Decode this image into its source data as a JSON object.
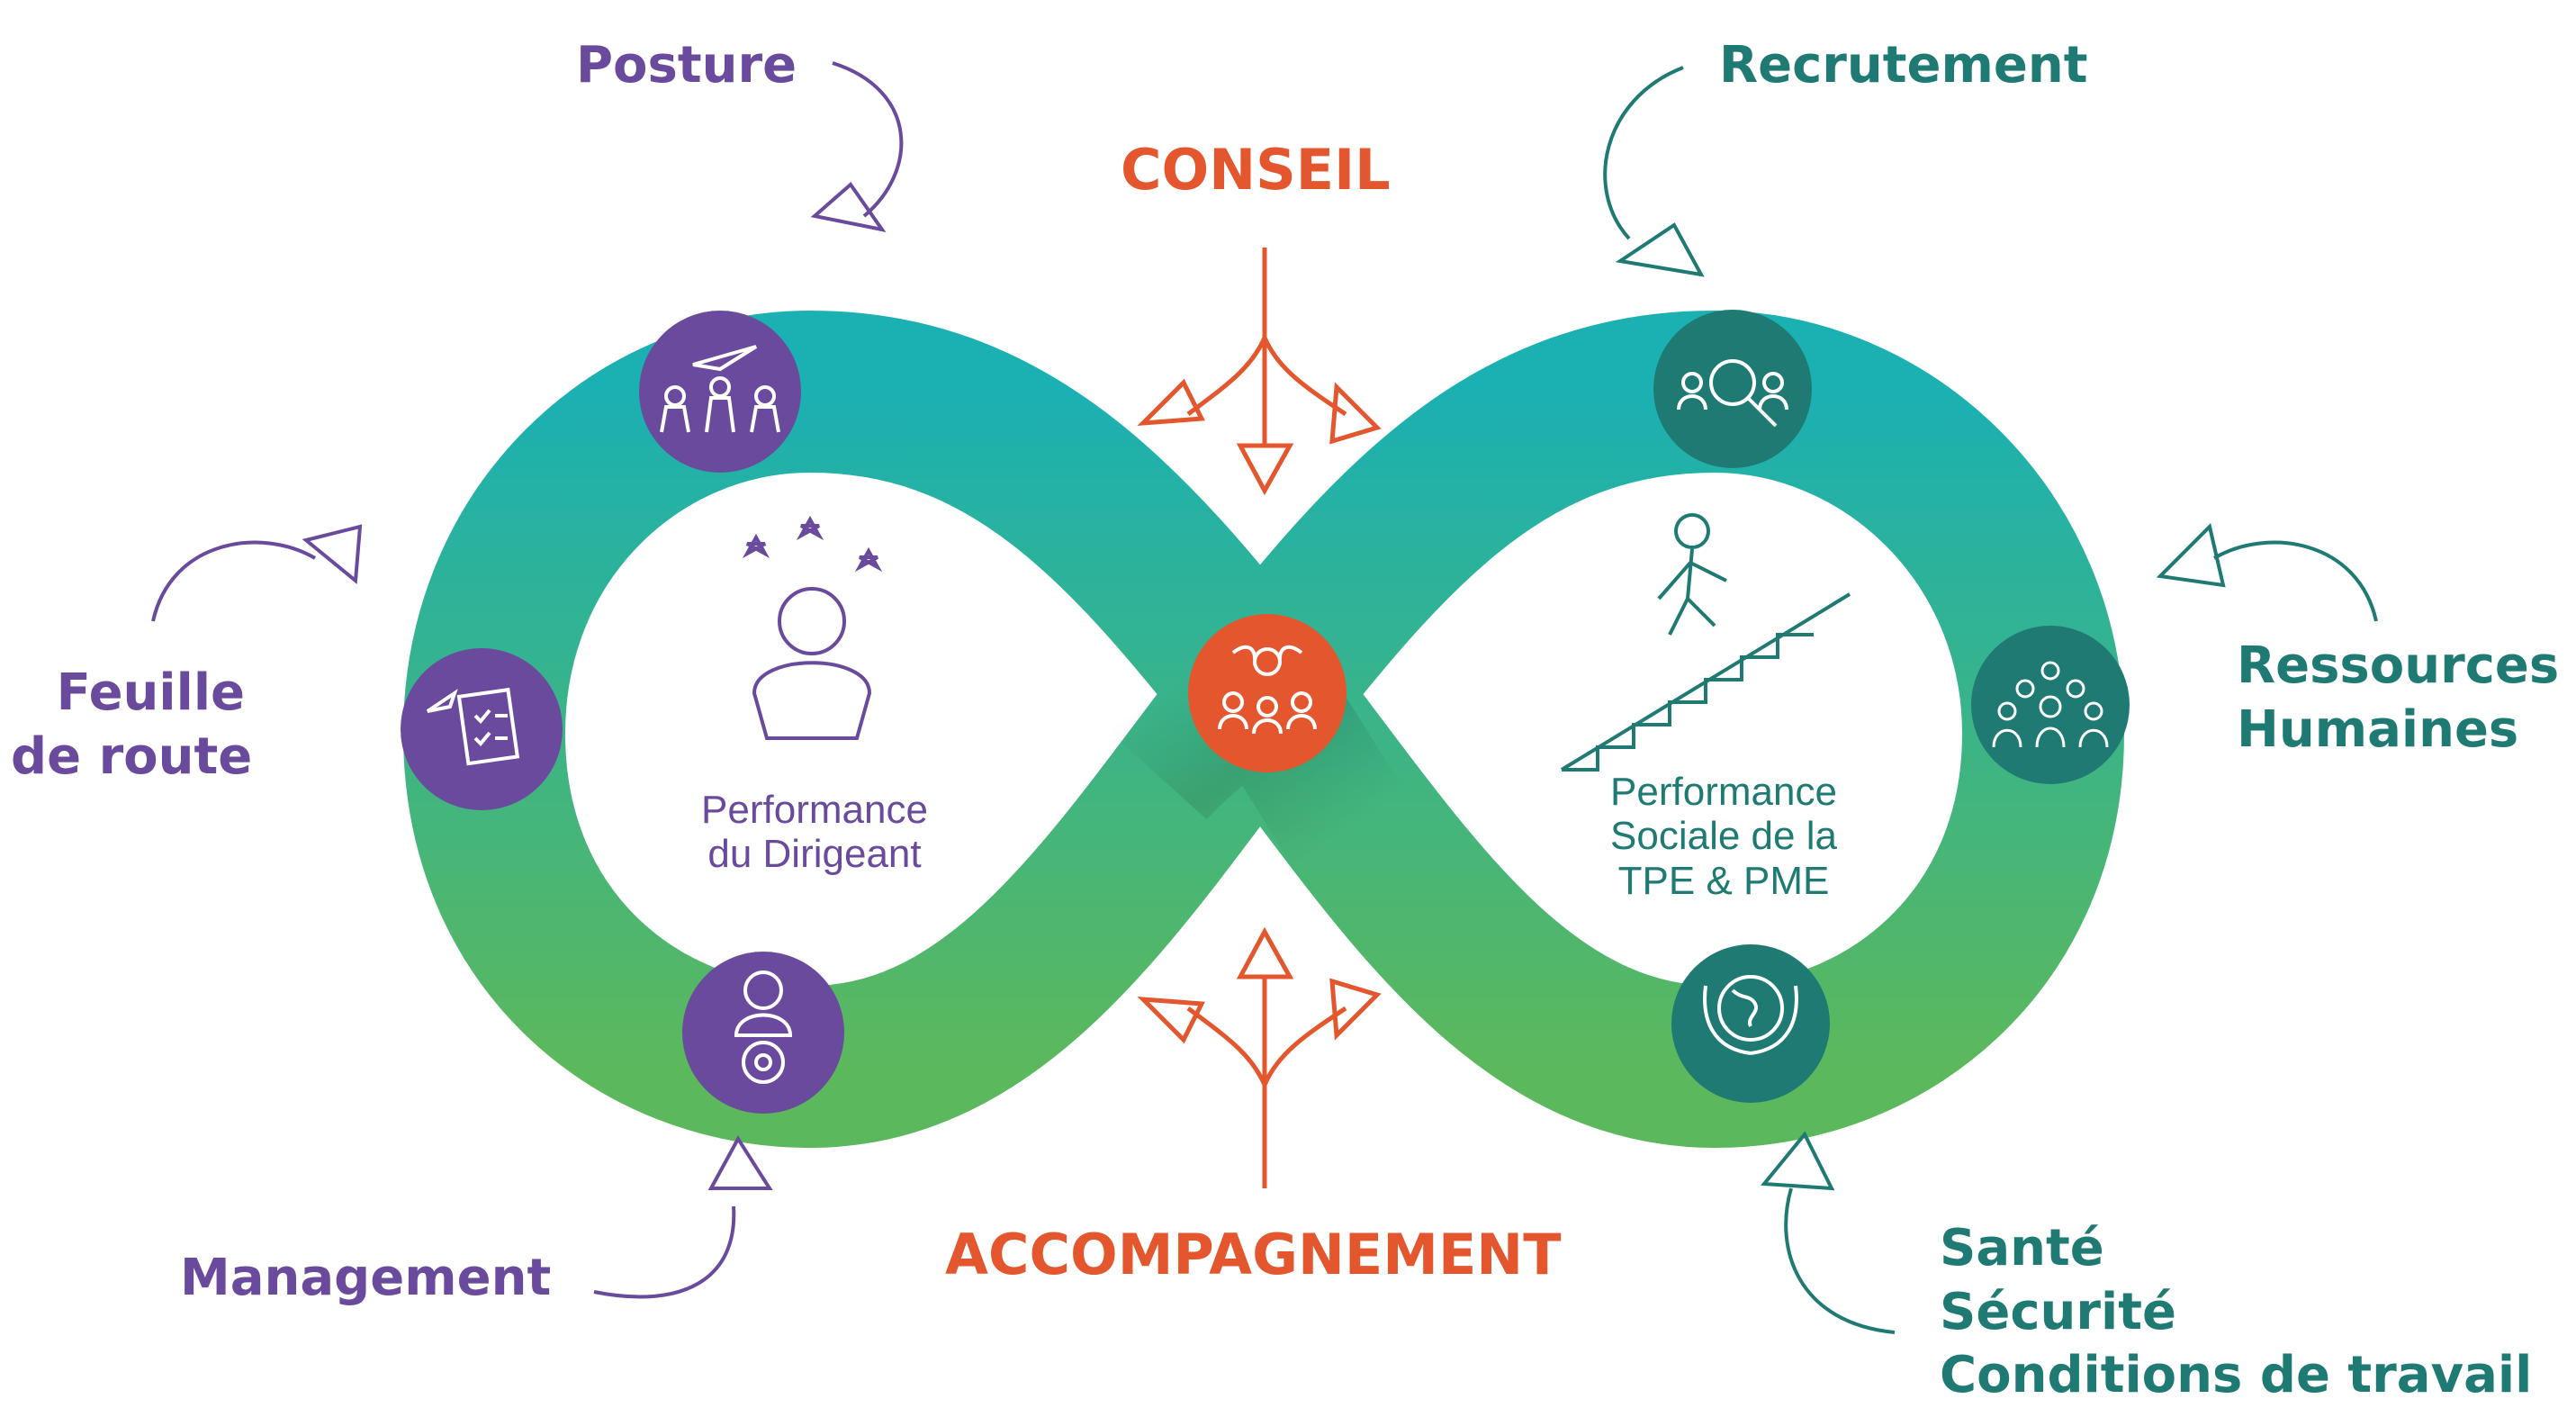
{
  "center_labels": {
    "top": "CONSEIL",
    "bottom": "ACCOMPAGNEMENT"
  },
  "left_loop": {
    "title_line1": "Performance",
    "title_line2": "du Dirigeant",
    "labels": {
      "posture": "Posture",
      "feuille_line1": "Feuille",
      "feuille_line2": "de route",
      "management": "Management"
    }
  },
  "right_loop": {
    "title_line1": "Performance",
    "title_line2": "Sociale de la",
    "title_line3": "TPE & PME",
    "labels": {
      "recrutement": "Recrutement",
      "rh_line1": "Ressources",
      "rh_line2": "Humaines",
      "sante_line1": "Santé",
      "sante_line2": "Sécurité",
      "sante_line3": "Conditions de travail"
    }
  },
  "colors": {
    "purple": "#6a4a9c",
    "teal_dark": "#1e7a73",
    "band_top": "#1bb0b2",
    "band_bottom": "#5cb85c",
    "orange": "#e4572e"
  }
}
